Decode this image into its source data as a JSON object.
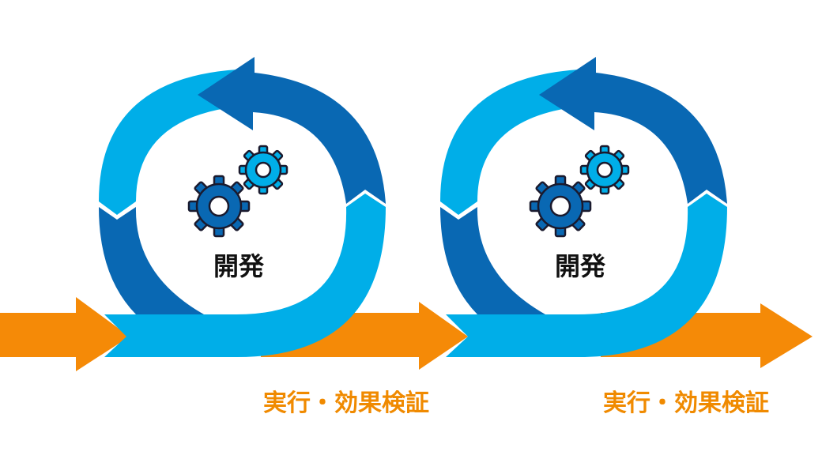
{
  "cycles": [
    {
      "label": "開発",
      "caption": "実行・効果検証",
      "gear_icons": [
        "gear-icon",
        "gear-icon"
      ]
    },
    {
      "label": "開発",
      "caption": "実行・効果検証",
      "gear_icons": [
        "gear-icon",
        "gear-icon"
      ]
    }
  ],
  "colors": {
    "light_blue": "#00aee8",
    "dark_blue": "#0968b3",
    "orange": "#f58a07",
    "gear_outline": "#1a1a2e"
  }
}
